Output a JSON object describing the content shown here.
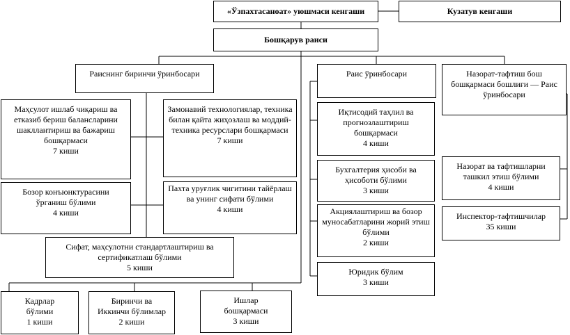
{
  "council": "«Ўзпахтасаноат» уюшмаси кенгаши",
  "supervisory_board": "Кузатув кенгаши",
  "chairman": "Бошқарув раиси",
  "first_deputy": {
    "title": "Раиснинг биринчи ўринбосари",
    "units": [
      {
        "name": "Маҳсулот ишлаб чиқариш ва етказиб бериш балансларини шакллантириш ва бажариш бошқармаси",
        "staff": "7 киши"
      },
      {
        "name": "Замонавий технологиялар, техника билан қайта жиҳозлаш ва моддий-техника ресурслари бошқармаси",
        "staff": "7 киши"
      },
      {
        "name": "Бозор конъюнктурасини ўрганиш бўлими",
        "staff": "4 киши"
      },
      {
        "name": "Пахта уруғлик чигитини тайёрлаш ва унинг сифати бўлими",
        "staff": "4 киши"
      },
      {
        "name": "Сифат, маҳсулотни стандартлаштириш ва сертификатлаш бўлими",
        "staff": "5 киши"
      }
    ]
  },
  "chairman_units": [
    {
      "name": "Кадрлар бўлими",
      "staff": "1 киши"
    },
    {
      "name": "Биринчи ва Иккинчи бўлимлар",
      "staff": "2 киши"
    },
    {
      "name": "Ишлар бошқармаси",
      "staff": "3 киши"
    }
  ],
  "deputy": {
    "title": "Раис ўринбосари",
    "units": [
      {
        "name": "Иқтисодий таҳлил ва прогнозлаштириш бошқармаси",
        "staff": "4 киши"
      },
      {
        "name": "Бухгалтерия ҳисоби ва ҳисоботи бўлими",
        "staff": "3 киши"
      },
      {
        "name": "Акциялаштириш ва бозор муносабатларини жорий этиш бўлими",
        "staff": "2 киши"
      },
      {
        "name": "Юридик бўлим",
        "staff": "3 киши"
      }
    ]
  },
  "audit": {
    "title": "Назорат-тафтиш бош бошқармаси бошлиғи — Раис ўринбосари",
    "units": [
      {
        "name": "Назорат ва тафтишларни ташкил этиш бўлими",
        "staff": "4 киши"
      },
      {
        "name": "Инспектор-тафтишчилар",
        "staff": "35 киши"
      }
    ]
  }
}
